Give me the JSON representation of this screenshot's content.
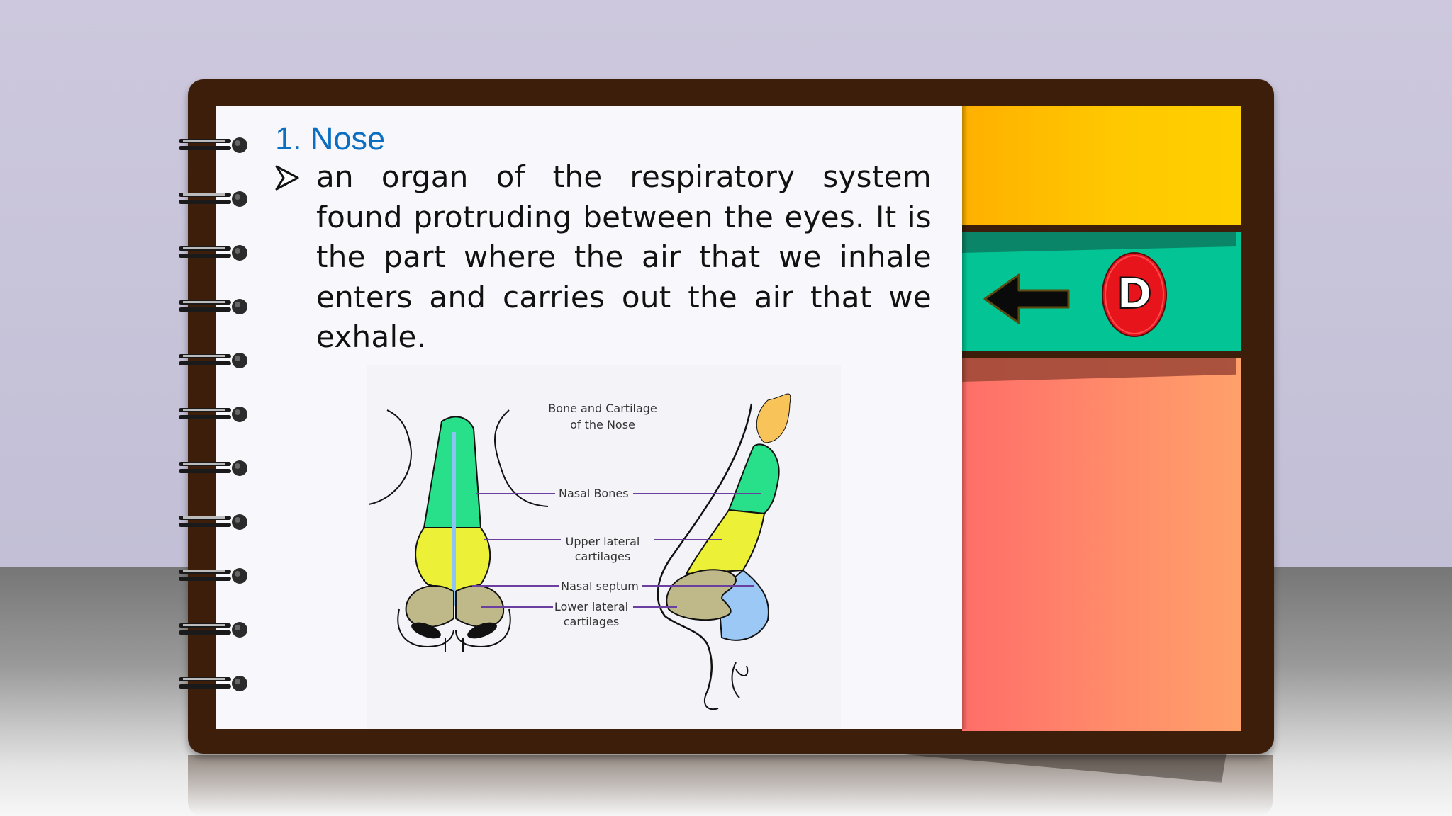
{
  "slide": {
    "title": "1. Nose",
    "bullet_icon": "arrowhead-bullet-icon",
    "body": "an organ of the respiratory system found protruding between the eyes. It is the part where the air that we inhale enters and carries out the air that we exhale."
  },
  "figure": {
    "heading_line1": "Bone and Cartilage",
    "heading_line2": "of the Nose",
    "label_nasal_bones": "Nasal Bones",
    "label_upper_1": "Upper lateral",
    "label_upper_2": "cartilages",
    "label_septum": "Nasal septum",
    "label_lower_1": "Lower lateral",
    "label_lower_2": "cartilages"
  },
  "side_tabs": {
    "answer_letter": "D",
    "arrow_icon": "left-arrow-icon",
    "colors": {
      "yellow": "#ffc000",
      "green": "#02c494",
      "red": "#ff7a69",
      "frame": "#3c1e0b"
    }
  }
}
